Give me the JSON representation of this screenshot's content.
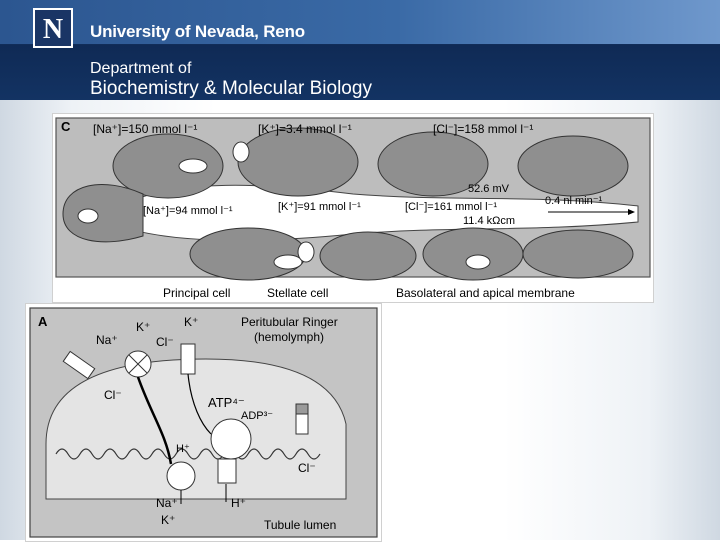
{
  "header": {
    "logo_letter": "N",
    "university": "University of Nevada, Reno",
    "department_line1": "Department of",
    "department_line2": "Biochemistry & Molecular Biology"
  },
  "figure_c": {
    "panel": "C",
    "na_out": "[Na⁺]=150 mmol l⁻¹",
    "k_out": "[K⁺]=3.4 mmol l⁻¹",
    "cl_out": "[Cl⁻]=158 mmol l⁻¹",
    "na_in": "[Na⁺]=94 mmol l⁻¹",
    "k_in": "[K⁺]=91 mmol l⁻¹",
    "cl_in": "[Cl⁻]=161 mmol l⁻¹",
    "voltage": "52.6 mV",
    "flow": "0.4 nl min⁻¹",
    "resistance": "11.4 kΩcm",
    "label_principal": "Principal cell",
    "label_stellate": "Stellate cell",
    "label_membrane": "Basolateral and apical membrane"
  },
  "figure_a": {
    "panel": "A",
    "peritubular": "Peritubular Ringer",
    "hemolymph": "(hemolymph)",
    "lumen": "Tubule lumen",
    "na": "Na⁺",
    "k": "K⁺",
    "cl": "Cl⁻",
    "atp": "ATP⁴⁻",
    "adp": "ADP³⁻",
    "h": "H⁺"
  }
}
